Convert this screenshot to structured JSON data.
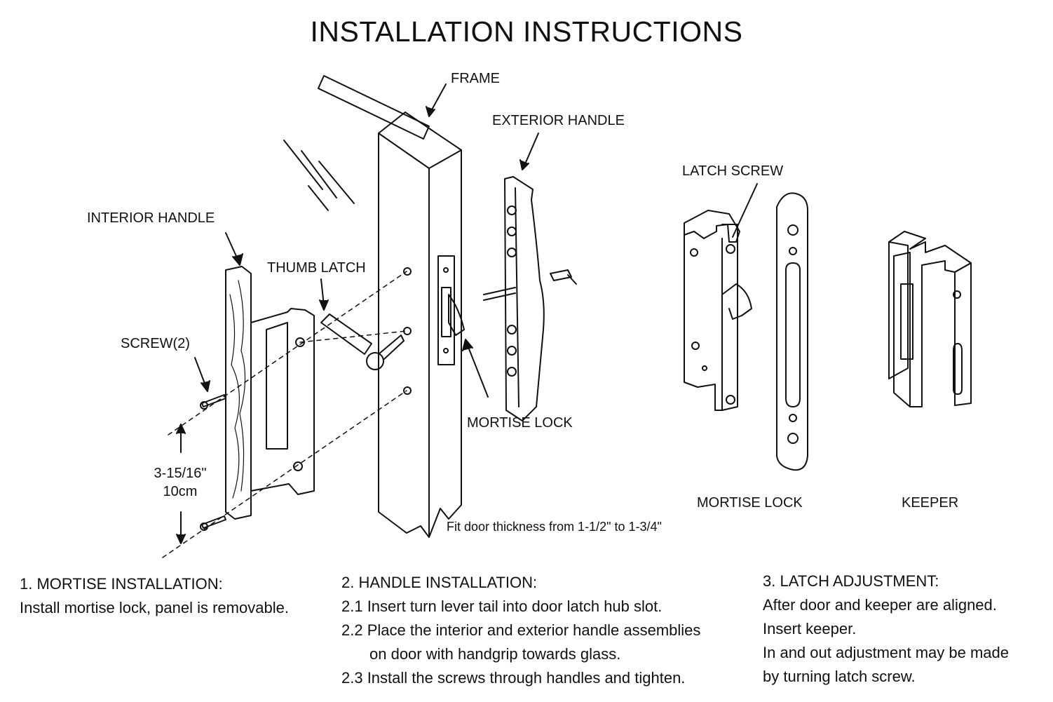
{
  "title": "INSTALLATION INSTRUCTIONS",
  "labels": {
    "frame": "FRAME",
    "exterior_handle": "EXTERIOR HANDLE",
    "interior_handle": "INTERIOR HANDLE",
    "thumb_latch": "THUMB LATCH",
    "screw": "SCREW(2)",
    "dim_imperial": "3-15/16\"",
    "dim_metric": "10cm",
    "mortise_lock_main": "MORTISE LOCK",
    "fit_note": "Fit door thickness from 1-1/2\" to 1-3/4\"",
    "latch_screw": "LATCH SCREW",
    "mortise_lock_detail": "MORTISE LOCK",
    "keeper": "KEEPER"
  },
  "instructions": {
    "step1": {
      "heading": "1. MORTISE INSTALLATION:",
      "lines": [
        "Install mortise lock, panel is removable."
      ]
    },
    "step2": {
      "heading": "2. HANDLE INSTALLATION:",
      "line1": "2.1 Insert turn lever tail into door latch hub slot.",
      "line2": "2.2 Place the interior and exterior handle assemblies",
      "line2b": "on door with handgrip towards glass.",
      "line3": "2.3 Install the screws through handles and tighten."
    },
    "step3": {
      "heading": "3. LATCH ADJUSTMENT:",
      "lines": [
        "After door and keeper are aligned.",
        "Insert keeper.",
        "In and out adjustment may be made",
        "by turning latch screw."
      ]
    }
  }
}
